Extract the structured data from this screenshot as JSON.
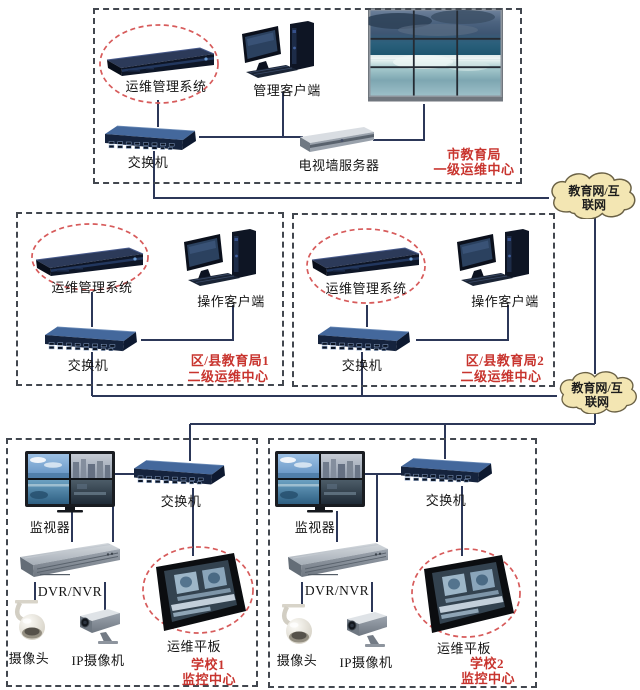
{
  "colors": {
    "line": "#2c3758",
    "zone_border": "#42474f",
    "red_text": "#c8342e",
    "red_ellipse": "#d75b5b",
    "cloud_fill": "#f3e6b3",
    "cloud_stroke": "#6a6145"
  },
  "city": {
    "server_label": "运维管理系统",
    "client_label": "管理客户端",
    "switch_label": "交换机",
    "tv_server_label": "电视墙服务器",
    "title1": "市教育局",
    "title2": "一级运维中心"
  },
  "cloud_top": {
    "line1": "教育网/互",
    "line2": "联网"
  },
  "cloud_bottom": {
    "line1": "教育网/互",
    "line2": "联网"
  },
  "district1": {
    "server_label": "运维管理系统",
    "client_label": "操作客户端",
    "switch_label": "交换机",
    "title1": "区/县教育局1",
    "title2": "二级运维中心"
  },
  "district2": {
    "server_label": "运维管理系统",
    "client_label": "操作客户端",
    "switch_label": "交换机",
    "title1": "区/县教育局2",
    "title2": "二级运维中心"
  },
  "school1": {
    "monitor_label": "监视器",
    "switch_label": "交换机",
    "dvr_label": "DVR/NVR",
    "dome_label": "摄像头",
    "ipcam_label": "IP摄像机",
    "tablet_label": "运维平板",
    "title1": "学校1",
    "title2": "监控中心"
  },
  "school2": {
    "monitor_label": "监视器",
    "switch_label": "交换机",
    "dvr_label": "DVR/NVR",
    "dome_label": "摄像头",
    "ipcam_label": "IP摄像机",
    "tablet_label": "运维平板",
    "title1": "学校2",
    "title2": "监控中心"
  }
}
